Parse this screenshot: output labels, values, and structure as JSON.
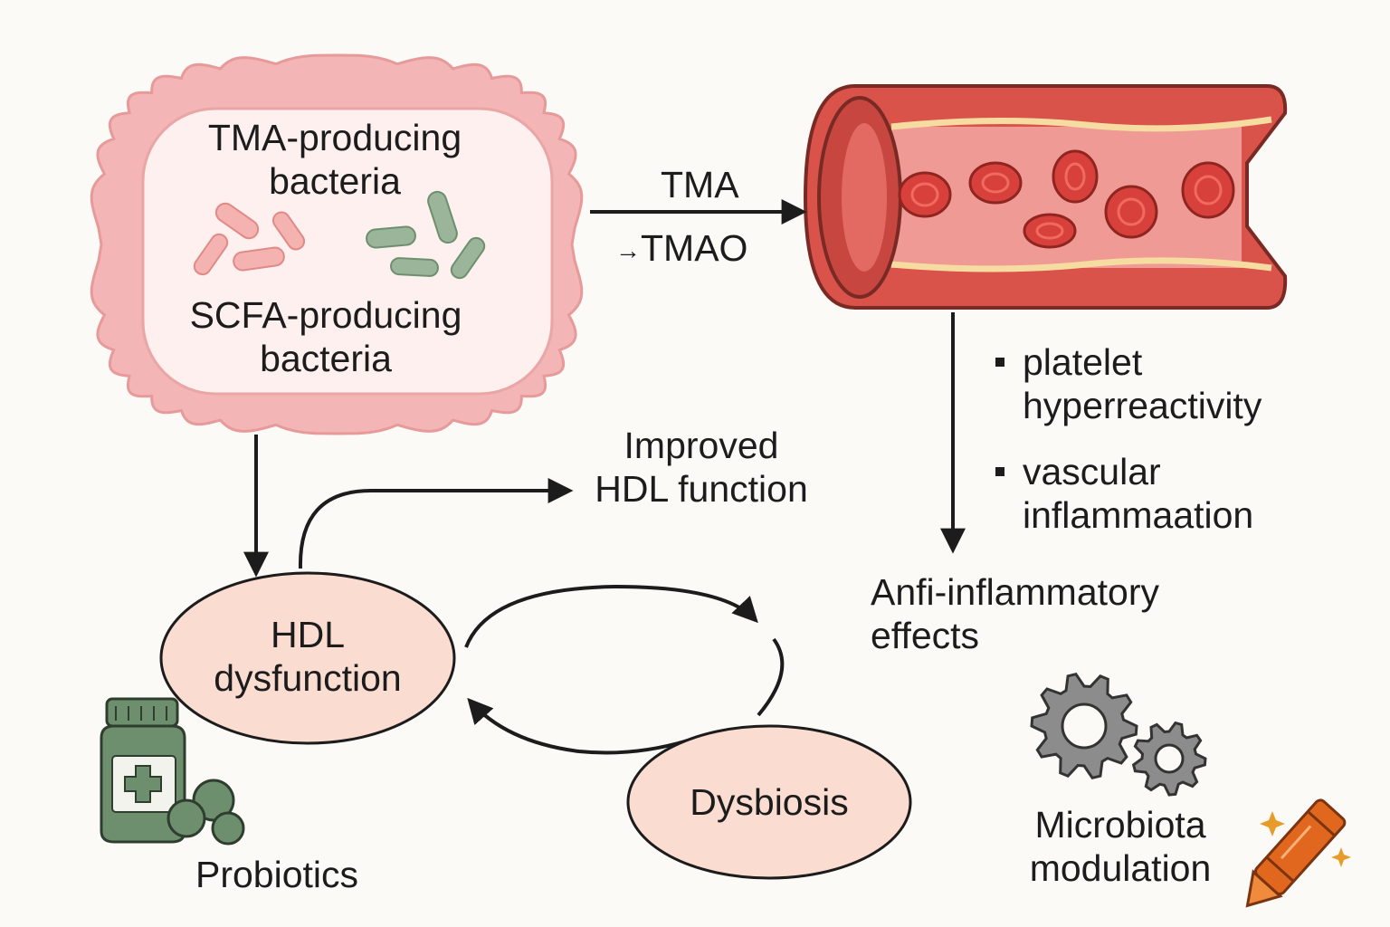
{
  "gut": {
    "tma_bacteria_line1": "TMA-producing",
    "tma_bacteria_line2": "bacteria",
    "scfa_bacteria_line1": "SCFA-producing",
    "scfa_bacteria_line2": "bacteria"
  },
  "metabolite": {
    "tma": "TMA",
    "tmao": "TMAO",
    "tmao_arrow": "→"
  },
  "effects": {
    "bullet1_line1": "platelet",
    "bullet1_line2": "hyperreactivity",
    "bullet2_line1": "vascular",
    "bullet2_line2": "inflammaation"
  },
  "anti_inflammatory": {
    "line1": "Anfi-inflammatory",
    "line2": "effects"
  },
  "improved_hdl": {
    "line1": "Improved",
    "line2": "HDL function"
  },
  "hdl_dysfunction": {
    "line1": "HDL",
    "line2": "dysfunction"
  },
  "dysbiosis": "Dysbiosis",
  "probiotics": "Probiotics",
  "microbiota": {
    "line1": "Microbiota",
    "line2": "modulation"
  },
  "colors": {
    "gut_fill": "#f3b5b5",
    "gut_inner": "#fdf0ee",
    "vessel_red": "#d9534a",
    "vessel_light": "#ef9a95",
    "rbc": "#d8413b",
    "node_fill": "#fbdcd0",
    "pill_green": "#6e8f6e",
    "gear_gray": "#8c8c8c",
    "crayon_orange": "#e2671e"
  },
  "icons": [
    "pink-bacterium-icon",
    "green-bacterium-icon",
    "red-blood-cell-icon",
    "probiotic-bottle-icon",
    "gear-icon",
    "crayon-icon",
    "sparkle-icon"
  ]
}
